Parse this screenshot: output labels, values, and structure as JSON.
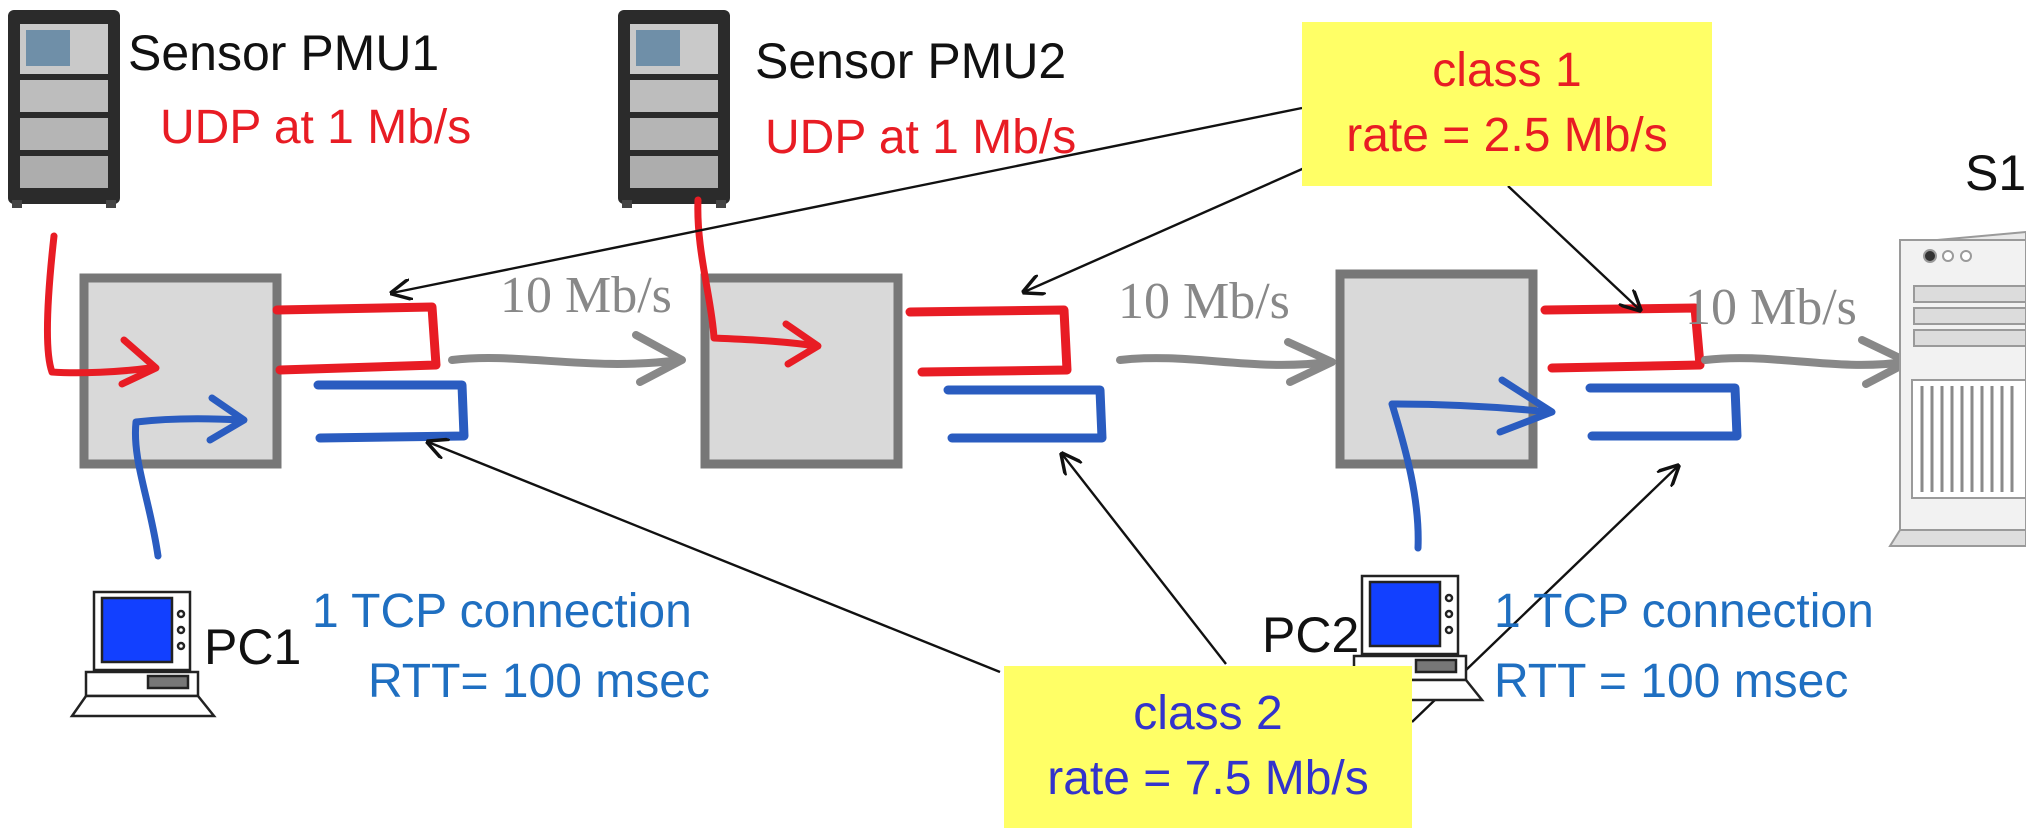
{
  "sensors": [
    {
      "label": "Sensor PMU1",
      "traffic": "UDP at 1 Mb/s"
    },
    {
      "label": "Sensor PMU2",
      "traffic": "UDP at 1 Mb/s"
    }
  ],
  "link_rates": [
    "10 Mb/s",
    "10 Mb/s",
    "10 Mb/s"
  ],
  "class1": {
    "name": "class 1",
    "rate": "rate = 2.5 Mb/s"
  },
  "class2": {
    "name": "class 2",
    "rate": "rate = 7.5 Mb/s"
  },
  "pcs": [
    {
      "label": "PC1",
      "connection": "1 TCP connection",
      "rtt": "RTT= 100 msec"
    },
    {
      "label": "PC2",
      "connection": "1 TCP connection",
      "rtt": "RTT = 100 msec"
    }
  ],
  "server": {
    "label": "S1"
  },
  "colors": {
    "udp_flow": "#e81c24",
    "tcp_flow": "#2a5cc0",
    "router_fill": "#d9d9d9",
    "router_border": "#777777",
    "link": "#888888",
    "callout_bg": "#ffff66"
  }
}
